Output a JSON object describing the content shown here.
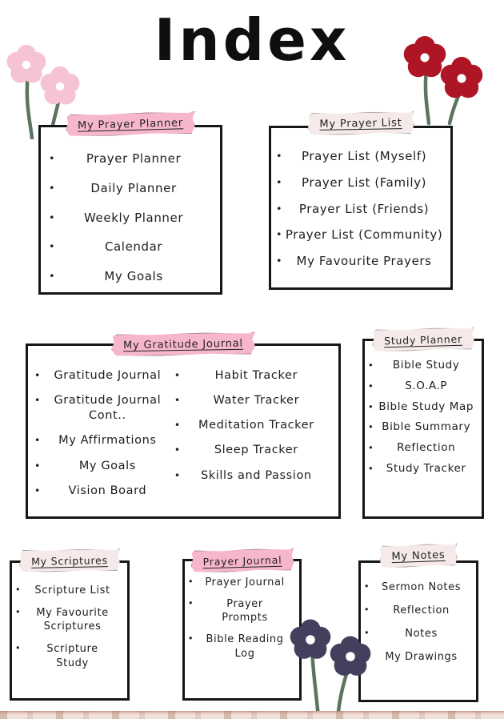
{
  "page": {
    "title": "Index"
  },
  "colors": {
    "background": "#ffffff",
    "box_border": "#161616",
    "text": "#1d1d1d",
    "tape_pink": "#f7b7cb",
    "tape_light": "#f5e9e9",
    "flower_pink": "#f5c3d3",
    "flower_red": "#ae1625",
    "flower_dark_purple": "#42405c",
    "stem_green": "#5d7560",
    "footer_strip": "#e9d2c9"
  },
  "sections": [
    {
      "id": "prayer-planner",
      "label": "My Prayer Planner",
      "tape": "pink",
      "items": [
        "Prayer Planner",
        "Daily Planner",
        "Weekly Planner",
        "Calendar",
        "My Goals"
      ]
    },
    {
      "id": "prayer-list",
      "label": "My Prayer List",
      "tape": "light",
      "items": [
        "Prayer List (Myself)",
        "Prayer List (Family)",
        "Prayer List (Friends)",
        "Prayer List (Community)",
        "My Favourite Prayers"
      ]
    },
    {
      "id": "gratitude-journal",
      "label": "My Gratitude Journal",
      "tape": "pink",
      "columns": [
        {
          "items": [
            "Gratitude Journal",
            "Gratitude Journal Cont..",
            "My Affirmations",
            "My Goals",
            "Vision Board"
          ]
        },
        {
          "items": [
            "Habit Tracker",
            "Water Tracker",
            "Meditation Tracker",
            "Sleep Tracker",
            "Skills and Passion"
          ]
        }
      ]
    },
    {
      "id": "study-planner",
      "label": "Study Planner",
      "tape": "light",
      "items": [
        "Bible Study",
        "S.O.A.P",
        "Bible Study Map",
        "Bible Summary",
        "Reflection",
        "Study Tracker"
      ]
    },
    {
      "id": "my-scriptures",
      "label": "My Scriptures",
      "tape": "light",
      "items": [
        "Scripture List",
        "My Favourite Scriptures",
        "Scripture Study"
      ]
    },
    {
      "id": "prayer-journal",
      "label": "Prayer Journal",
      "tape": "pink",
      "items": [
        "Prayer Journal",
        "Prayer Prompts",
        "Bible Reading Log"
      ]
    },
    {
      "id": "my-notes",
      "label": "My Notes",
      "tape": "light",
      "items": [
        "Sermon Notes",
        "Reflection",
        "Notes",
        "My Drawings"
      ]
    }
  ],
  "decorations": {
    "top_left_flowers": "two pink flowers with green stems",
    "top_right_flowers": "two dark red flowers with green stems",
    "bottom_flowers": "two dark purple flowers with green stems",
    "footer": "textured washi strip"
  }
}
